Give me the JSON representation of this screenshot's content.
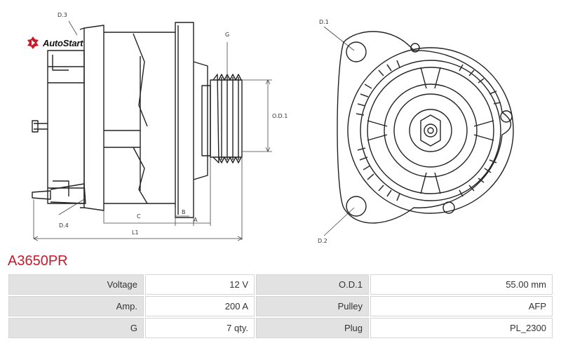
{
  "brand": {
    "logo_text": "AutoStart",
    "accent_color": "#c8192a"
  },
  "part_number": "A3650PR",
  "diagram_labels": {
    "d3": "D.3",
    "g": "G",
    "od1": "O.D.1",
    "d4": "D.4",
    "b": "B",
    "c": "C",
    "a": "A",
    "l1": "L1",
    "d1": "D.1",
    "d2": "D.2"
  },
  "specs": {
    "rows": [
      {
        "label1": "Voltage",
        "value1": "12 V",
        "label2": "O.D.1",
        "value2": "55.00 mm"
      },
      {
        "label1": "Amp.",
        "value1": "200 A",
        "label2": "Pulley",
        "value2": "AFP"
      },
      {
        "label1": "G",
        "value1": "7 qty.",
        "label2": "Plug",
        "value2": "PL_2300"
      }
    ]
  }
}
